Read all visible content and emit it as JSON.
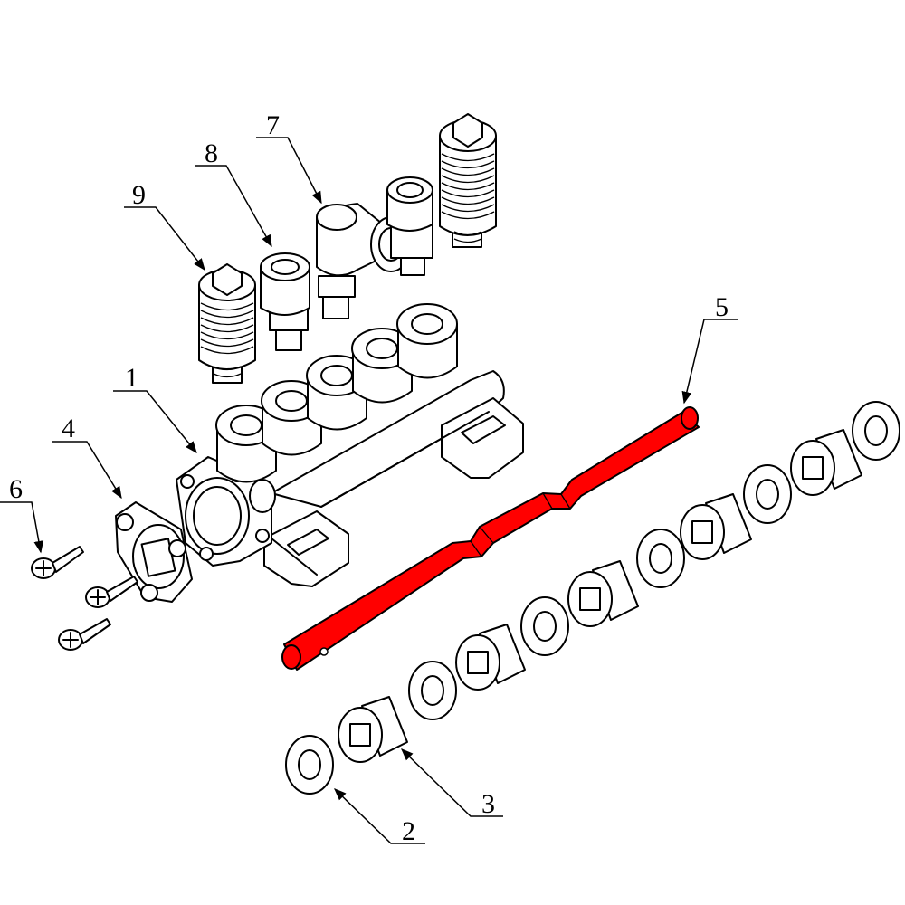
{
  "colors": {
    "highlight": "#ff0000",
    "line": "#000000",
    "background": "#ffffff"
  },
  "callouts": [
    {
      "id": "1",
      "label": "1"
    },
    {
      "id": "2",
      "label": "2"
    },
    {
      "id": "3",
      "label": "3"
    },
    {
      "id": "4",
      "label": "4"
    },
    {
      "id": "5",
      "label": "5"
    },
    {
      "id": "6",
      "label": "6"
    },
    {
      "id": "7",
      "label": "7"
    },
    {
      "id": "8",
      "label": "8"
    },
    {
      "id": "9",
      "label": "9"
    }
  ]
}
